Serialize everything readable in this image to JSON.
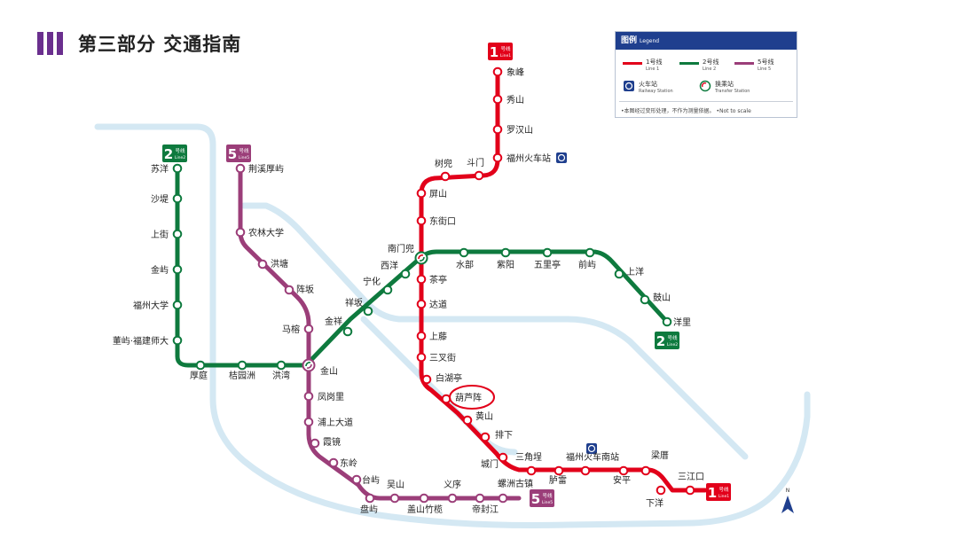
{
  "header": {
    "title": "第三部分  交通指南"
  },
  "legend": {
    "title": "图例",
    "title_en": "Legend",
    "line1": {
      "cn": "1号线",
      "en": "Line 1"
    },
    "line2": {
      "cn": "2号线",
      "en": "Line 2"
    },
    "line5": {
      "cn": "5号线",
      "en": "Line 5"
    },
    "railway": {
      "cn": "火车站",
      "en": "Railway Station"
    },
    "transfer": {
      "cn": "换乘站",
      "en": "Transfer Station"
    },
    "note": "•本图经过变形处理，不作为测量依据。 •Not to scale"
  },
  "colors": {
    "line1": "#e2001a",
    "line2": "#0e7a3e",
    "line5": "#9b3e79",
    "ring": "#d4e8f3",
    "legend_head": "#1f3f8e"
  },
  "badges": {
    "line1_top": {
      "num": "1",
      "cn": "号线",
      "en": "Line1"
    },
    "line1_bottom": {
      "num": "1",
      "cn": "号线",
      "en": "Line1"
    },
    "line2_top": {
      "num": "2",
      "cn": "号线",
      "en": "Line2"
    },
    "line2_bottom": {
      "num": "2",
      "cn": "号线",
      "en": "Line2"
    },
    "line5_top": {
      "num": "5",
      "cn": "号线",
      "en": "Line5"
    },
    "line5_bottom": {
      "num": "5",
      "cn": "号线",
      "en": "Line5"
    }
  },
  "compass": {
    "label": "N"
  },
  "highlighted_station": "葫芦阵",
  "lines": {
    "line1": [
      "象峰",
      "秀山",
      "罗汉山",
      "福州火车站",
      "斗门",
      "树兜",
      "屏山",
      "东街口",
      "南门兜",
      "茶亭",
      "达道",
      "上藤",
      "三叉街",
      "白湖亭",
      "葫芦阵",
      "黄山",
      "排下",
      "城门",
      "三角埕",
      "胪雷",
      "福州火车南站",
      "安平",
      "梁厝",
      "下洋",
      "三江口"
    ],
    "line2": [
      "苏洋",
      "沙堤",
      "上街",
      "金屿",
      "福州大学",
      "董屿·福建师大",
      "厚庭",
      "桔园洲",
      "洪湾",
      "金山",
      "金祥",
      "祥坂",
      "宁化",
      "西洋",
      "南门兜",
      "水部",
      "紫阳",
      "五里亭",
      "前屿",
      "上洋",
      "鼓山",
      "洋里"
    ],
    "line5": [
      "荆溪厚屿",
      "农林大学",
      "洪塘",
      "阵坂",
      "马榕",
      "金山",
      "凤岗里",
      "浦上大道",
      "霞镜",
      "东岭",
      "台屿",
      "盘屿",
      "吴山",
      "盖山竹榄",
      "义序",
      "帝封江",
      "螺洲古镇"
    ]
  },
  "railway_stations": [
    "福州火车站",
    "福州火车南站"
  ],
  "transfer_stations": [
    "南门兜",
    "金山"
  ]
}
